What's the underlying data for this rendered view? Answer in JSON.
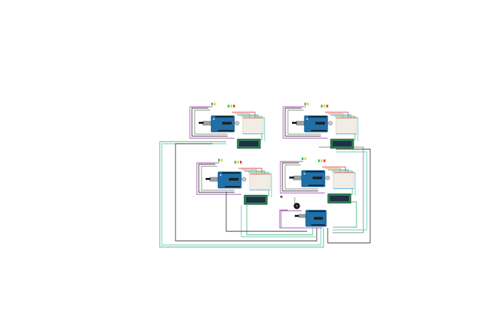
{
  "diagram": {
    "type": "circuit-schematic",
    "boards": [
      {
        "id": "station-1",
        "label": "UNO"
      },
      {
        "id": "station-2",
        "label": "UNO"
      },
      {
        "id": "station-3",
        "label": "UNO"
      },
      {
        "id": "station-4",
        "label": "UNO"
      },
      {
        "id": "main-controller",
        "label": "UNO"
      }
    ],
    "colors": {
      "board": "#1f6fa8",
      "lcd": "#2e7d4f",
      "wire_green": "#49b76a",
      "wire_teal": "#5bc8c0",
      "wire_purple": "#a54fb5",
      "wire_black": "#333333"
    }
  }
}
